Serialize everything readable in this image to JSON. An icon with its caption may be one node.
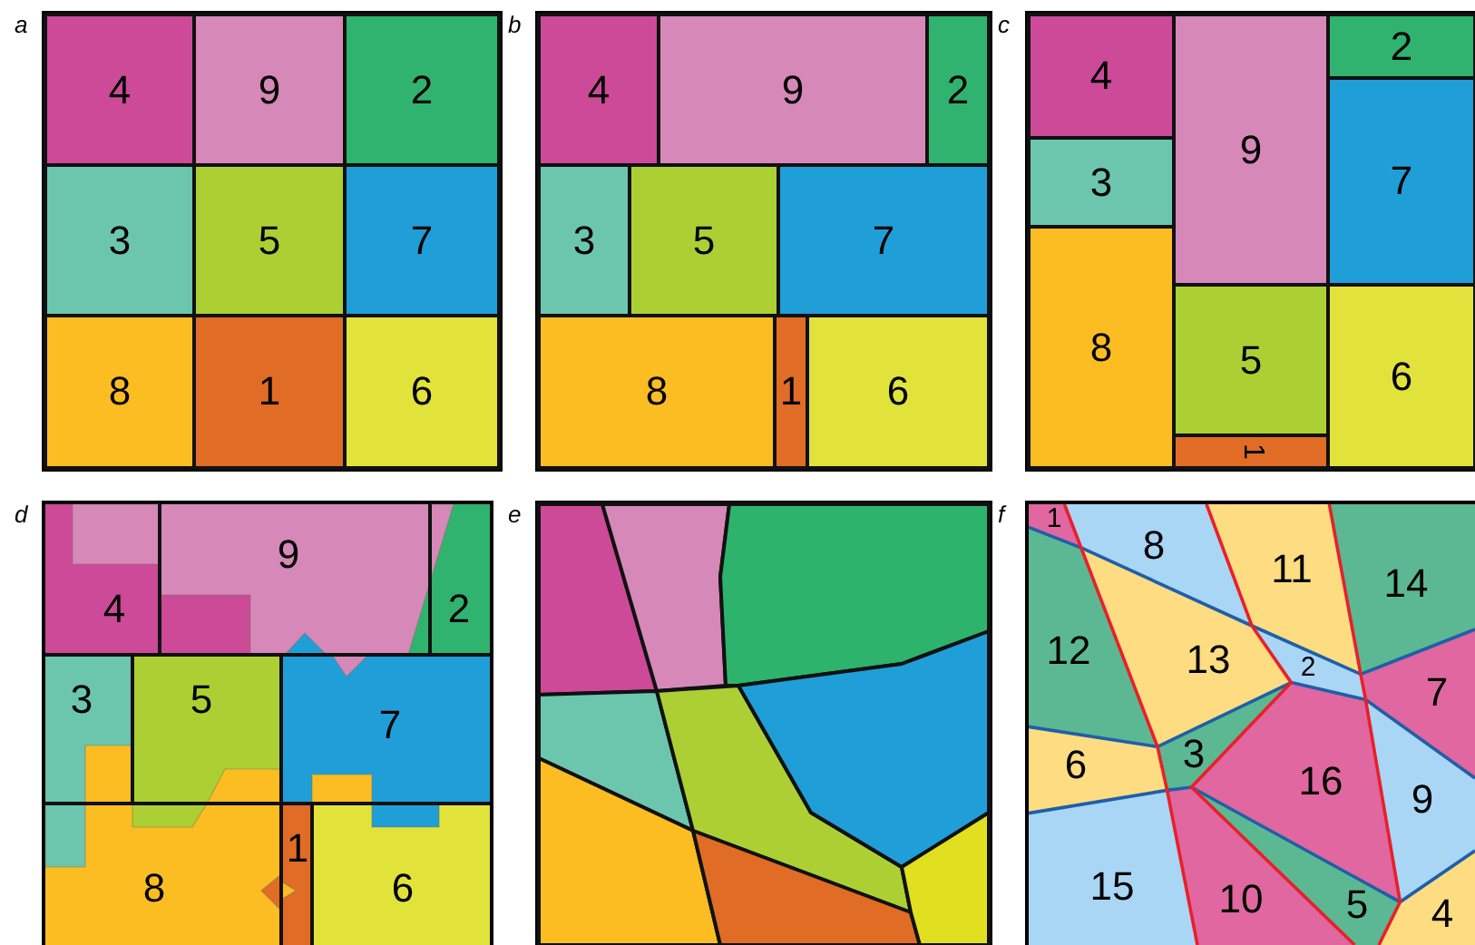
{
  "diagram": {
    "nodes": [
      {
        "text": [
          "a"
        ]
      },
      {
        "text": [
          "4"
        ],
        "in": 0
      },
      {
        "text": [
          "9"
        ],
        "in": 0
      },
      {
        "text": [
          "2"
        ],
        "in": 0
      },
      {
        "text": [
          "3"
        ],
        "in": 0
      },
      {
        "text": [
          "5"
        ],
        "in": 0
      },
      {
        "text": [
          "7"
        ],
        "in": 0
      },
      {
        "text": [
          "8"
        ],
        "in": 0
      },
      {
        "text": [
          "1"
        ],
        "in": 0
      },
      {
        "text": [
          "6"
        ],
        "in": 0
      },
      {
        "text": [
          "b"
        ]
      },
      {
        "text": [
          "4"
        ],
        "in": 10
      },
      {
        "text": [
          "9"
        ],
        "in": 10
      },
      {
        "text": [
          "2"
        ],
        "in": 10
      },
      {
        "text": [
          "3"
        ],
        "in": 10
      },
      {
        "text": [
          "5"
        ],
        "in": 10
      },
      {
        "text": [
          "7"
        ],
        "in": 10
      },
      {
        "text": [
          "8"
        ],
        "in": 10
      },
      {
        "text": [
          "1"
        ],
        "in": 10
      },
      {
        "text": [
          "6"
        ],
        "in": 10
      },
      {
        "text": [
          "c"
        ]
      },
      {
        "text": [
          "4"
        ],
        "in": 20
      },
      {
        "text": [
          "9"
        ],
        "in": 20
      },
      {
        "text": [
          "2"
        ],
        "in": 20
      },
      {
        "text": [
          "7"
        ],
        "in": 20
      },
      {
        "text": [
          "3"
        ],
        "in": 20
      },
      {
        "text": [
          "8"
        ],
        "in": 20
      },
      {
        "text": [
          "5"
        ],
        "in": 20
      },
      {
        "text": [
          "6"
        ],
        "in": 20
      },
      {
        "text": [
          "1"
        ],
        "in": 20
      },
      {
        "text": [
          "d"
        ]
      },
      {
        "text": [
          "4"
        ],
        "in": 30
      },
      {
        "text": [
          "9"
        ],
        "in": 30
      },
      {
        "text": [
          "2"
        ],
        "in": 30
      },
      {
        "text": [
          "3"
        ],
        "in": 30
      },
      {
        "text": [
          "5"
        ],
        "in": 30
      },
      {
        "text": [
          "7"
        ],
        "in": 30
      },
      {
        "text": [
          "8"
        ],
        "in": 30
      },
      {
        "text": [
          "1"
        ],
        "in": 30
      },
      {
        "text": [
          "6"
        ],
        "in": 30
      },
      {
        "text": [
          "e"
        ]
      },
      {
        "text": [],
        "shape": "polygon",
        "in": 40
      },
      {
        "text": [],
        "shape": "polygon",
        "in": 40
      },
      {
        "text": [],
        "shape": "polygon",
        "in": 40
      },
      {
        "text": [],
        "shape": "polygon",
        "in": 40
      },
      {
        "text": [],
        "shape": "polygon",
        "in": 40
      },
      {
        "text": [],
        "shape": "polygon",
        "in": 40
      },
      {
        "text": [],
        "shape": "polygon",
        "in": 40
      },
      {
        "text": [],
        "shape": "polygon",
        "in": 40
      },
      {
        "text": [],
        "shape": "polygon",
        "in": 40
      },
      {
        "text": [
          "f"
        ]
      },
      {
        "text": [
          "1"
        ],
        "in": 50
      },
      {
        "text": [
          "8"
        ],
        "in": 50
      },
      {
        "text": [
          "11"
        ],
        "in": 50
      },
      {
        "text": [
          "14"
        ],
        "in": 50
      },
      {
        "text": [
          "12"
        ],
        "in": 50
      },
      {
        "text": [
          "13"
        ],
        "in": 50
      },
      {
        "text": [
          "2"
        ],
        "in": 50
      },
      {
        "text": [
          "7"
        ],
        "in": 50
      },
      {
        "text": [
          "6"
        ],
        "in": 50
      },
      {
        "text": [
          "3"
        ],
        "in": 50
      },
      {
        "text": [
          "16"
        ],
        "in": 50
      },
      {
        "text": [
          "9"
        ],
        "in": 50
      },
      {
        "text": [
          "15"
        ],
        "in": 50
      },
      {
        "text": [
          "10"
        ],
        "in": 50
      },
      {
        "text": [
          "5"
        ],
        "in": 50
      },
      {
        "text": [
          "4"
        ],
        "in": 50
      }
    ]
  }
}
